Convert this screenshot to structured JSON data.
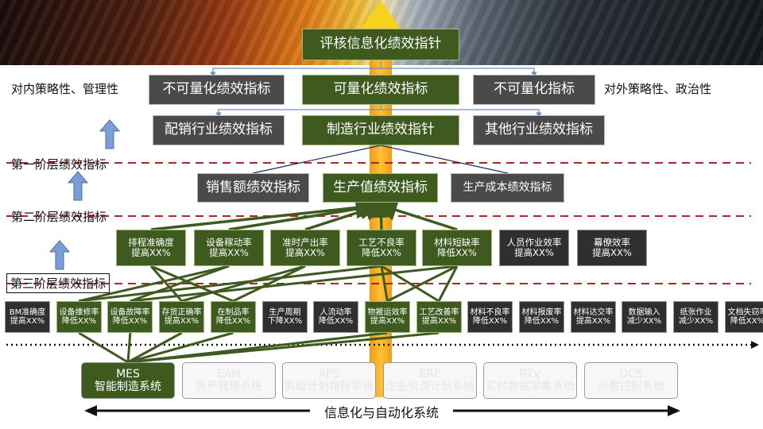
{
  "top_title": "评核信息化绩效指针",
  "left_side": "对内策略性、管理性",
  "right_side": "对外策略性、政治性",
  "row_a": [
    {
      "text": "不可量化绩效指标",
      "style": "gray"
    },
    {
      "text": "可量化绩效指标",
      "style": "green"
    },
    {
      "text": "不可量化指标",
      "style": "gray"
    }
  ],
  "row_b": [
    {
      "text": "配销行业绩效指标",
      "style": "gray"
    },
    {
      "text": "制造行业绩效指针",
      "style": "green"
    },
    {
      "text": "其他行业绩效指标",
      "style": "gray"
    }
  ],
  "tiers": [
    "第一阶层绩效指标",
    "第二阶层绩效指标",
    "第三阶层绩效指标"
  ],
  "level1": [
    {
      "text": "销售额绩效指标",
      "style": "gray"
    },
    {
      "text": "生产值绩效指标",
      "style": "green"
    },
    {
      "text": "生产成本绩效指标",
      "style": "gray"
    }
  ],
  "level2": [
    {
      "l1": "排程准确度",
      "l2": "提高XX%",
      "style": "green"
    },
    {
      "l1": "设备稼动率",
      "l2": "提高XX%",
      "style": "green"
    },
    {
      "l1": "准时产出率",
      "l2": "提高XX%",
      "style": "green"
    },
    {
      "l1": "工艺不良率",
      "l2": "降低XX%",
      "style": "green"
    },
    {
      "l1": "材料短缺率",
      "l2": "降低XX%",
      "style": "green"
    },
    {
      "l1": "人员作业效率",
      "l2": "提高XX%",
      "style": "dark"
    },
    {
      "l1": "幕僚效率",
      "l2": "提高XX%",
      "style": "dark"
    }
  ],
  "level3": [
    {
      "l1": "BM准确度",
      "l2": "提高XX%",
      "style": "dark"
    },
    {
      "l1": "设备维修率",
      "l2": "降低XX%",
      "style": "green"
    },
    {
      "l1": "设备故障率",
      "l2": "降低XX%",
      "style": "green"
    },
    {
      "l1": "存货正确率",
      "l2": "提高XX%",
      "style": "green"
    },
    {
      "l1": "在制品率",
      "l2": "降低XX%",
      "style": "green"
    },
    {
      "l1": "生产周期",
      "l2": "下降XX%",
      "style": "dark"
    },
    {
      "l1": "人流动率",
      "l2": "降低XX%",
      "style": "dark"
    },
    {
      "l1": "物搬运效率",
      "l2": "提高XX%",
      "style": "green"
    },
    {
      "l1": "工艺改善率",
      "l2": "提高XX%",
      "style": "green"
    },
    {
      "l1": "材料不良率",
      "l2": "降低XX%",
      "style": "dark"
    },
    {
      "l1": "材料报废率",
      "l2": "降低XX%",
      "style": "dark"
    },
    {
      "l1": "材料达交率",
      "l2": "提高XX%",
      "style": "dark"
    },
    {
      "l1": "数据输入",
      "l2": "减少XX%",
      "style": "dark"
    },
    {
      "l1": "纸张作业",
      "l2": "减少XX%",
      "style": "dark"
    },
    {
      "l1": "文档失窃率",
      "l2": "降低XX%",
      "style": "dark"
    }
  ],
  "systems": [
    {
      "name": "MES",
      "desc": "智能制造系统",
      "style": "mes"
    },
    {
      "name": "EAM",
      "desc": "资产管理系统",
      "style": "ghost"
    },
    {
      "name": "APS",
      "desc": "高级计划排程系统",
      "style": "ghost"
    },
    {
      "name": "ERP",
      "desc": "企业资源计划系统",
      "style": "ghost"
    },
    {
      "name": "RTV",
      "desc": "实时数据采集系统",
      "style": "ghost"
    },
    {
      "name": "DCS",
      "desc": "分散控制系统",
      "style": "ghost"
    }
  ],
  "footer": "信息化与自动化系统",
  "colors": {
    "green": "#3e5a1f",
    "gray": "#4a4a4a",
    "dark": "#2f2f2f",
    "dashed_red": "#b32424",
    "orange": "#ffc233"
  }
}
